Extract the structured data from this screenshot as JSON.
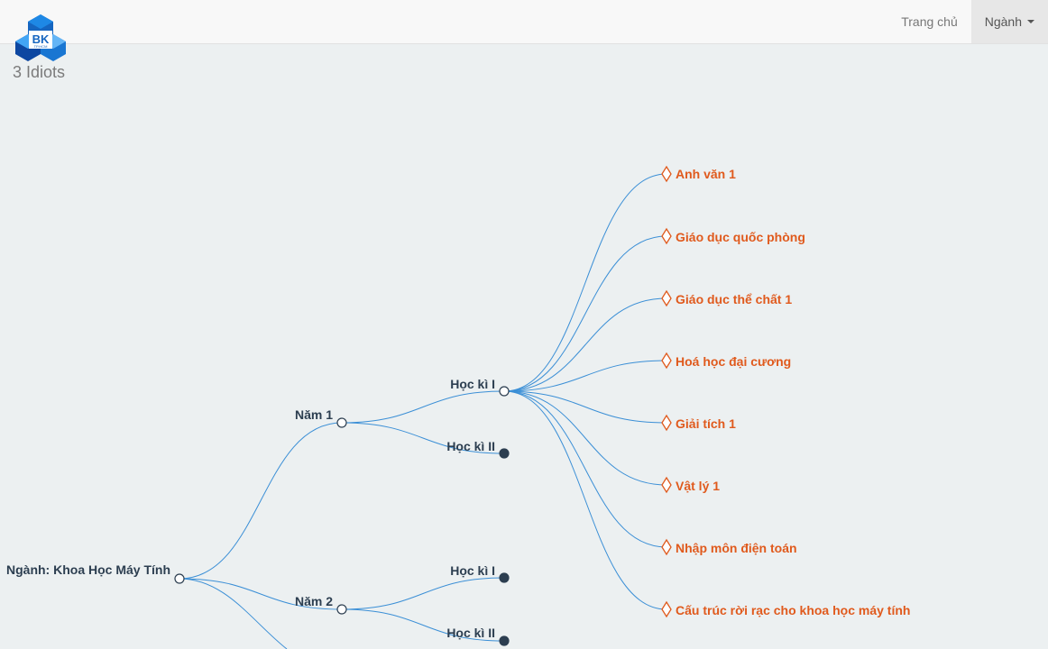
{
  "brand": {
    "logo_text": "BK",
    "logo_subtext": "TP.HCM",
    "name": "3 Idiots"
  },
  "nav": {
    "home": "Trang chủ",
    "major": "Ngành"
  },
  "tree": {
    "root": "Ngành: Khoa Học Máy Tính",
    "years": [
      {
        "label": "Năm 1",
        "semesters": [
          {
            "label": "Học kì I",
            "subjects": [
              "Anh văn 1",
              "Giáo dục quốc phòng",
              "Giáo dục thể chất 1",
              "Hoá học đại cương",
              "Giải tích 1",
              "Vật lý 1",
              "Nhập môn điện toán",
              "Cấu trúc rời rạc cho khoa học máy tính"
            ]
          },
          {
            "label": "Học kì II"
          }
        ]
      },
      {
        "label": "Năm 2",
        "semesters": [
          {
            "label": "Học kì I"
          },
          {
            "label": "Học kì II"
          }
        ]
      }
    ]
  },
  "colors": {
    "background": "#ecf0f1",
    "link": "#3b8fd6",
    "node": "#2c3e50",
    "leaf": "#e05a1d"
  }
}
